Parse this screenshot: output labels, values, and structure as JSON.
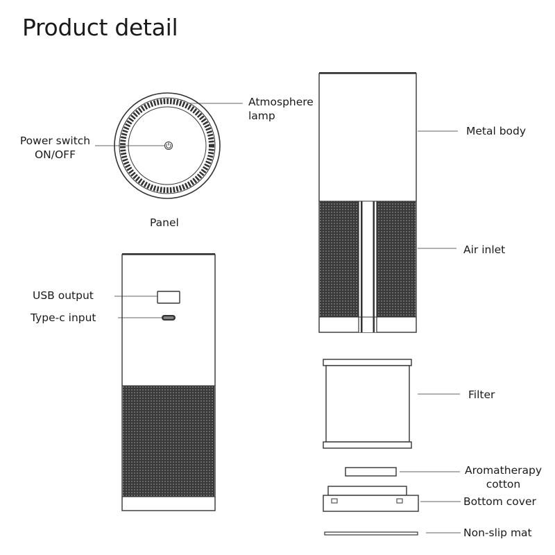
{
  "title": "Product detail",
  "labels": {
    "atmosphere_lamp_1": "Atmosphere",
    "atmosphere_lamp_2": "lamp",
    "power_switch_1": "Power switch",
    "power_switch_2": "ON/OFF",
    "panel": "Panel",
    "metal_body": "Metal body",
    "air_inlet": "Air inlet",
    "usb_output": "USB output",
    "type_c_input": "Type-c input",
    "filter": "Filter",
    "aromatherapy_1": "Aromatherapy",
    "aromatherapy_2": "cotton",
    "bottom_cover": "Bottom cover",
    "non_slip_mat": "Non-slip mat"
  },
  "icons": [
    "power-icon"
  ],
  "colors": {
    "line": "#333333",
    "grille": "#3a3a3a",
    "background": "#ffffff"
  }
}
